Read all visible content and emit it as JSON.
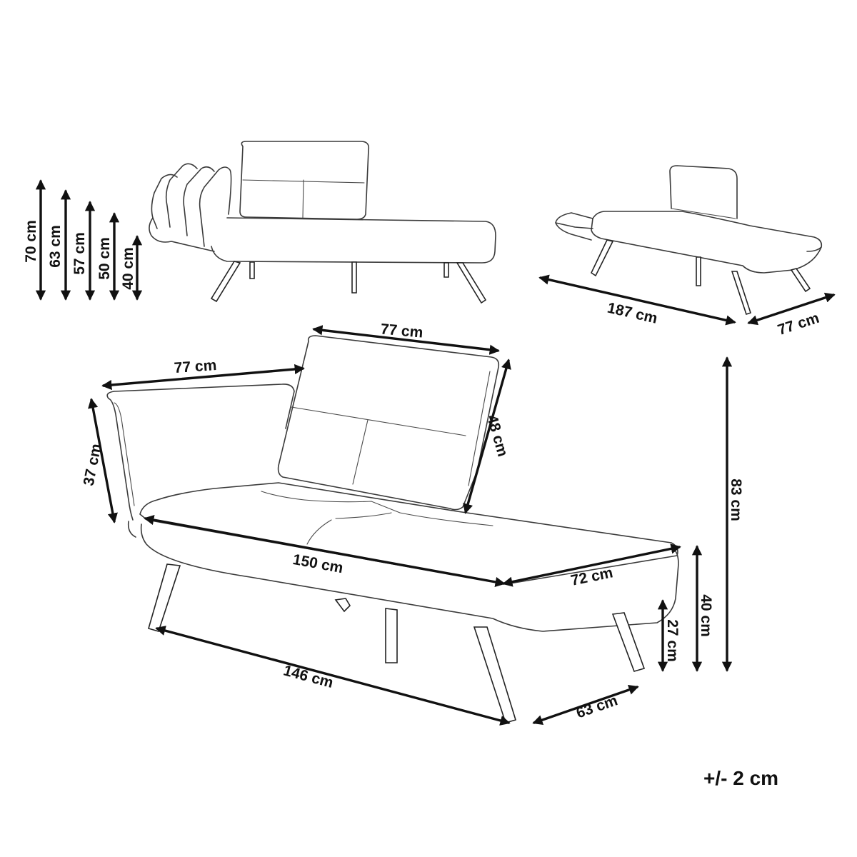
{
  "heights_left": [
    "70 cm",
    "63 cm",
    "57 cm",
    "50 cm",
    "40 cm"
  ],
  "top_view": {
    "length": "187 cm",
    "depth": "77 cm"
  },
  "main_view": {
    "backrest_width": "77 cm",
    "armrest_length": "77 cm",
    "armrest_height": "37 cm",
    "backrest_height": "48 cm",
    "seat_length": "150 cm",
    "seat_depth": "72 cm",
    "total_height": "83 cm",
    "seat_height": "40 cm",
    "leg_height": "27 cm",
    "base_length": "146 cm",
    "base_depth": "63 cm"
  },
  "tolerance": "+/- 2 cm"
}
